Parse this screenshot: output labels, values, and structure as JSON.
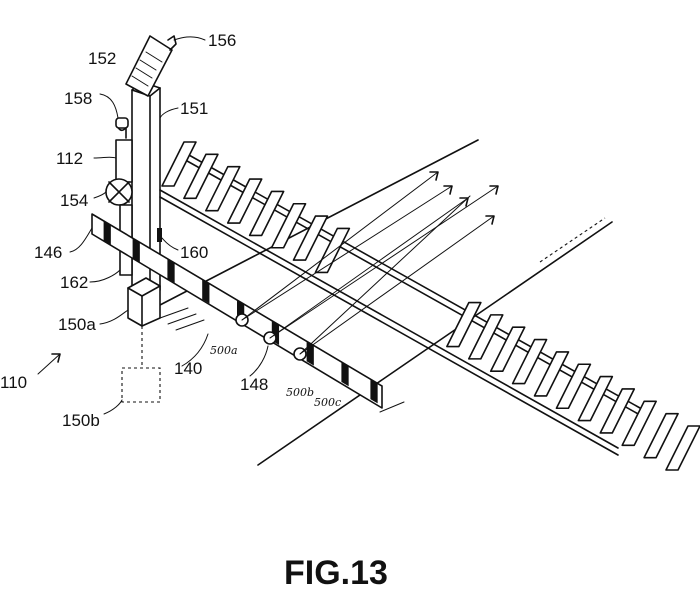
{
  "caption": "FIG.13",
  "labels": {
    "l156": "156",
    "l152": "152",
    "l158": "158",
    "l151": "151",
    "l112": "112",
    "l154": "154",
    "l146": "146",
    "l160": "160",
    "l162": "162",
    "l150a": "150a",
    "l110": "110",
    "l140": "140",
    "l148": "148",
    "l150b": "150b",
    "l500a": "500a",
    "l500b": "500b",
    "l500c": "500c"
  }
}
